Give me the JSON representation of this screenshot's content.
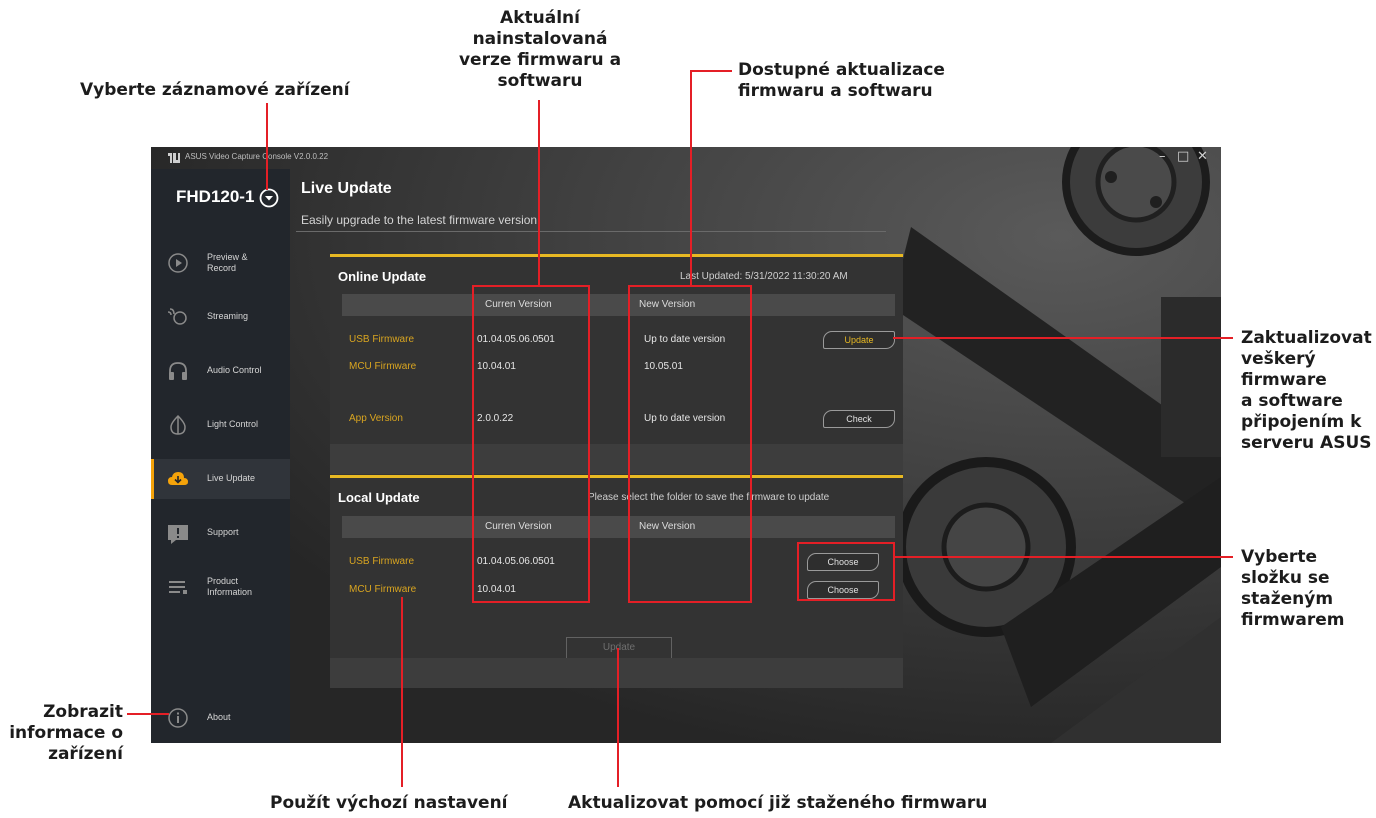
{
  "annotations": {
    "recording_device": "Vyberte záznamové zařízení",
    "current_version": [
      "Aktuální",
      "nainstalovaná",
      "verze firmwaru a",
      "softwaru"
    ],
    "available_updates": [
      "Dostupné aktualizace",
      "firmwaru a softwaru"
    ],
    "update_all": [
      "Zaktualizovat",
      "veškerý",
      "firmware",
      "a software",
      "připojením k",
      "serveru ASUS"
    ],
    "choose_folder": [
      "Vyberte",
      "složku se",
      "staženým",
      "firmwarem"
    ],
    "device_info": [
      "Zobrazit",
      "informace o",
      "zařízení"
    ],
    "defaults": "Použít výchozí nastavení",
    "update_downloaded": "Aktualizovat pomocí již staženého firmwaru"
  },
  "window": {
    "title": "ASUS Video Capture Console V2.0.0.22",
    "controls": [
      "–",
      "□",
      "✕"
    ]
  },
  "sidebar": {
    "device_name": "FHD120-1",
    "items": [
      {
        "label": [
          "Preview &",
          "Record"
        ],
        "icon": "play-icon"
      },
      {
        "label": [
          "Streaming"
        ],
        "icon": "streaming-icon"
      },
      {
        "label": [
          "Audio Control"
        ],
        "icon": "headphones-icon"
      },
      {
        "label": [
          "Light Control"
        ],
        "icon": "light-icon"
      },
      {
        "label": [
          "Live Update"
        ],
        "icon": "cloud-download-icon",
        "active": true
      },
      {
        "label": [
          "Support"
        ],
        "icon": "support-icon"
      },
      {
        "label": [
          "Product",
          "Information"
        ],
        "icon": "list-icon"
      }
    ],
    "about": "About"
  },
  "page": {
    "title": "Live Update",
    "subtitle": "Easily upgrade to the latest firmware version"
  },
  "online": {
    "title": "Online Update",
    "last_updated": "Last Updated: 5/31/2022 11:30:20 AM",
    "col_current": "Curren Version",
    "col_new": "New Version",
    "rows": [
      {
        "name": "USB Firmware",
        "current": "01.04.05.06.0501",
        "new": "Up to date version",
        "action": "Update"
      },
      {
        "name": "MCU Firmware",
        "current": "10.04.01",
        "new": "10.05.01"
      },
      {
        "name": "App Version",
        "current": "2.0.0.22",
        "new": "Up to date version",
        "action": "Check"
      }
    ]
  },
  "local": {
    "title": "Local Update",
    "note": "Please select the folder to save the firmware to update",
    "col_current": "Curren Version",
    "col_new": "New Version",
    "rows": [
      {
        "name": "USB Firmware",
        "current": "01.04.05.06.0501",
        "action": "Choose"
      },
      {
        "name": "MCU Firmware",
        "current": "10.04.01",
        "action": "Choose"
      }
    ],
    "update_button": "Update"
  },
  "colors": {
    "accent_yellow": "#e8b923",
    "annotation_red": "#e41f26",
    "sidebar_bg": "#22262c",
    "panel_bg": "#333333"
  }
}
